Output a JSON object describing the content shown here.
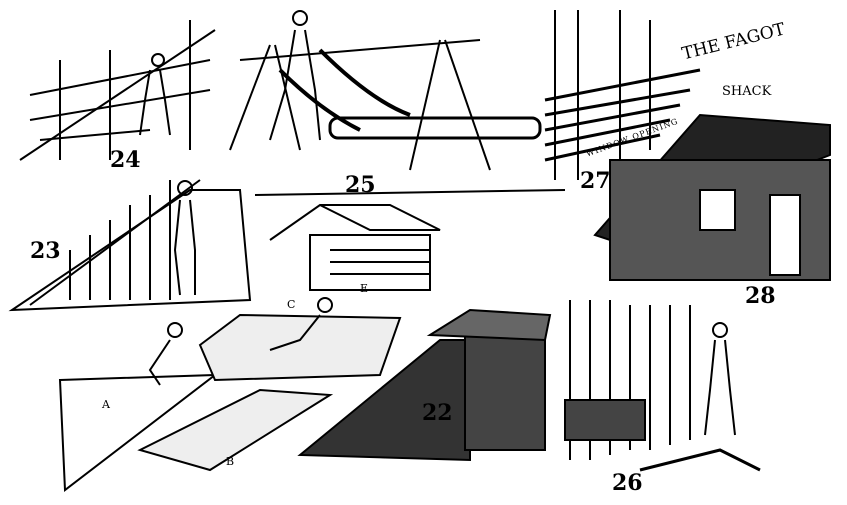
{
  "title": {
    "line1": "THE FAGOT",
    "line2": "SHACK"
  },
  "annotation": "WINDOW OPENING",
  "figures": {
    "f22": "22",
    "f23": "23",
    "f24": "24",
    "f25": "25",
    "f26": "26",
    "f27": "27",
    "f28": "28"
  },
  "letters": {
    "a": "A",
    "b": "B",
    "c": "C",
    "e": "E"
  }
}
